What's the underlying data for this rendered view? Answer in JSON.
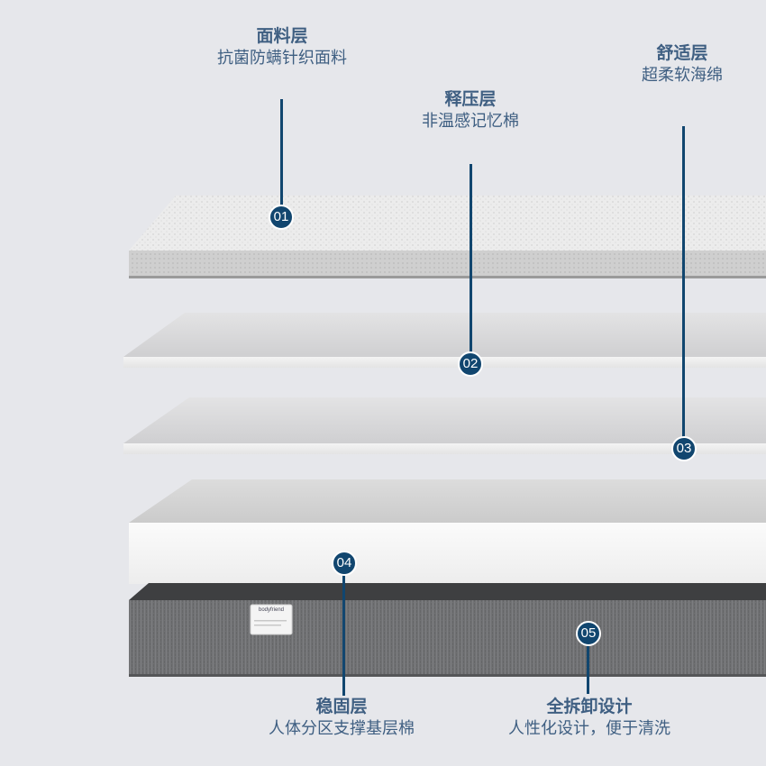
{
  "layers": [
    {
      "num": "01",
      "title": "面料层",
      "subtitle": "抗菌防螨针织面料"
    },
    {
      "num": "02",
      "title": "释压层",
      "subtitle": "非温感记忆棉"
    },
    {
      "num": "03",
      "title": "舒适层",
      "subtitle": "超柔软海绵"
    },
    {
      "num": "04",
      "title": "稳固层",
      "subtitle": "人体分区支撑基层棉"
    },
    {
      "num": "05",
      "title": "全拆卸设计",
      "subtitle": "人性化设计，便于清洗"
    }
  ],
  "brand_tag": "bodyfriend",
  "colors": {
    "background": "#e6e7eb",
    "accent": "#11466f",
    "text": "#3f5f82",
    "base_gray": "#6f7072"
  }
}
